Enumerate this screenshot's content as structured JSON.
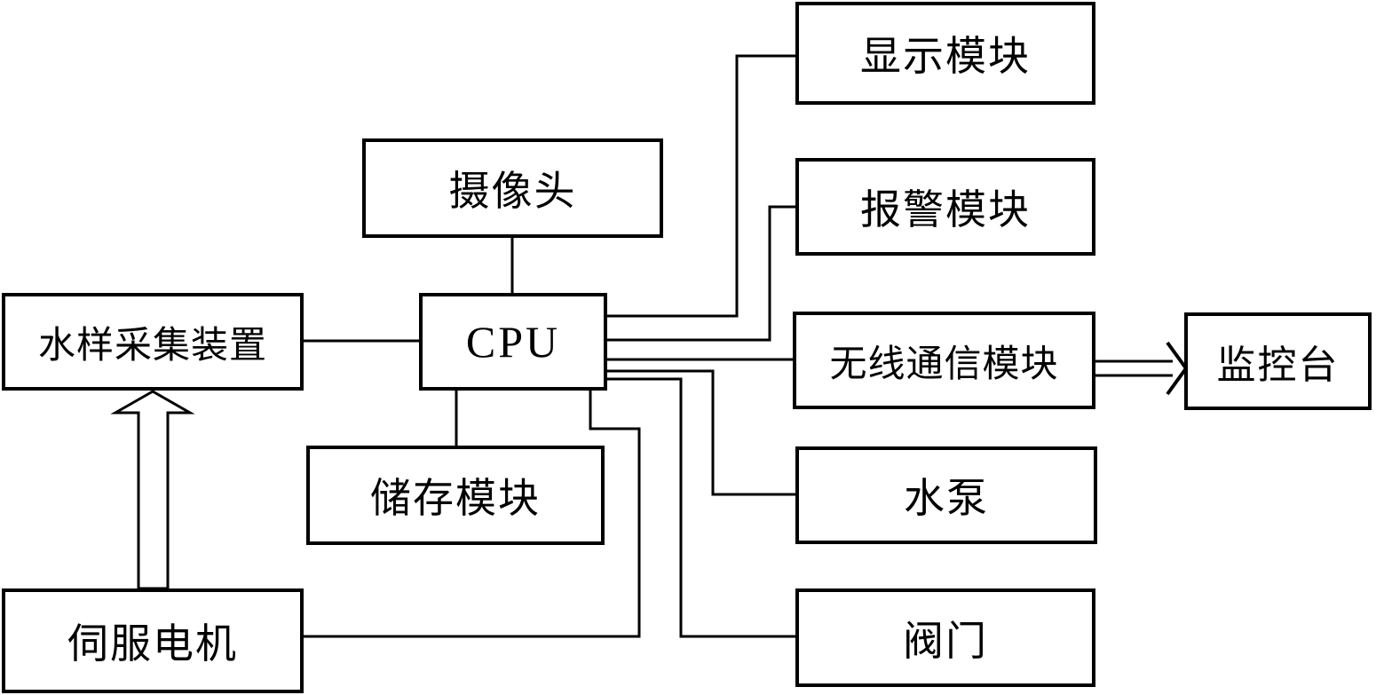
{
  "diagram": {
    "background_color": "#ffffff",
    "stroke_color": "#000000",
    "box_fill_color": "#ffffff",
    "nodes": {
      "camera": {
        "label": "摄像头"
      },
      "cpu": {
        "label": "CPU"
      },
      "sampler": {
        "label": "水样采集装置"
      },
      "storage": {
        "label": "储存模块"
      },
      "servo": {
        "label": "伺服电机"
      },
      "display": {
        "label": "显示模块"
      },
      "alarm": {
        "label": "报警模块"
      },
      "wireless": {
        "label": "无线通信模块"
      },
      "pump": {
        "label": "水泵"
      },
      "valve": {
        "label": "阀门"
      },
      "monitor": {
        "label": "监控台"
      }
    },
    "edges": [
      {
        "from": "摄像头",
        "to": "CPU",
        "style": "plain-line"
      },
      {
        "from": "水样采集装置",
        "to": "CPU",
        "style": "plain-line"
      },
      {
        "from": "CPU",
        "to": "显示模块",
        "style": "plain-line"
      },
      {
        "from": "CPU",
        "to": "报警模块",
        "style": "plain-line"
      },
      {
        "from": "CPU",
        "to": "无线通信模块",
        "style": "plain-line"
      },
      {
        "from": "CPU",
        "to": "水泵",
        "style": "plain-line"
      },
      {
        "from": "CPU",
        "to": "阀门",
        "style": "plain-line"
      },
      {
        "from": "CPU",
        "to": "储存模块",
        "style": "plain-line"
      },
      {
        "from": "伺服电机",
        "to": "CPU",
        "style": "plain-line"
      },
      {
        "from": "无线通信模块",
        "to": "监控台",
        "style": "open-arrow-right"
      },
      {
        "from": "伺服电机",
        "to": "水样采集装置",
        "style": "hollow-arrow-up"
      }
    ]
  }
}
